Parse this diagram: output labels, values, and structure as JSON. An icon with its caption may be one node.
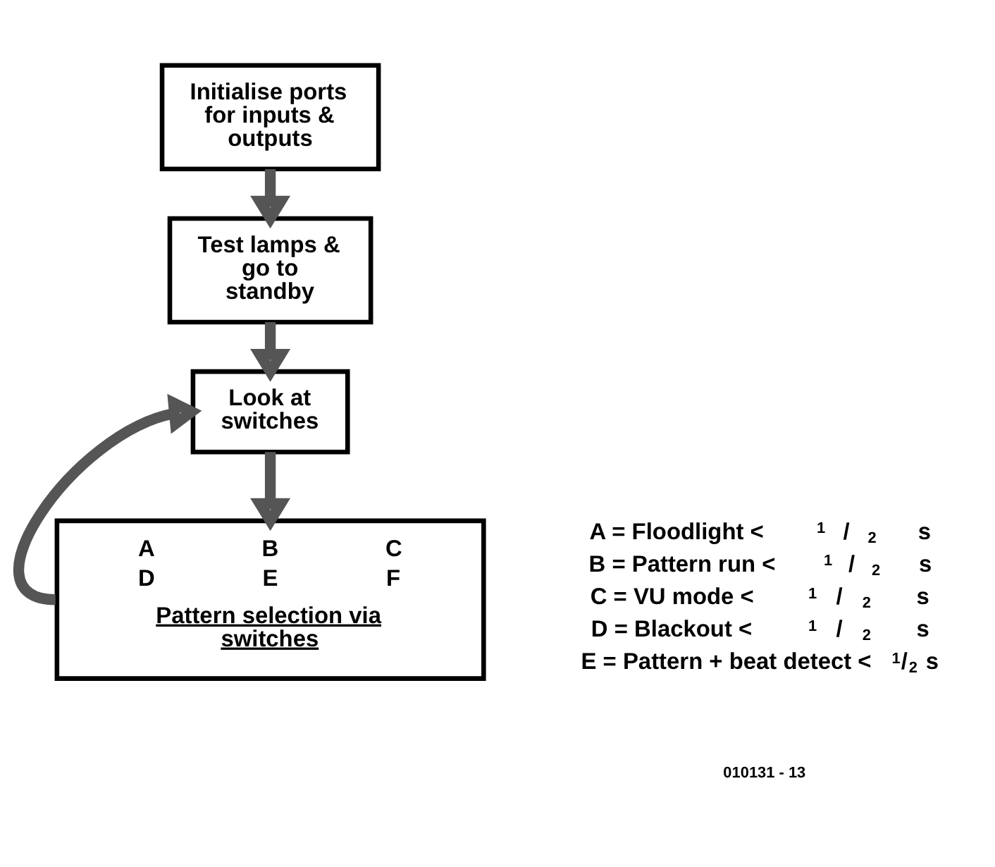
{
  "diagram": {
    "nodes": [
      {
        "text": [
          "Initialise ports for inputs & outputs"
        ]
      },
      {
        "text": [
          "Test lamps & go to standby"
        ]
      },
      {
        "text": [
          "Look at switches"
        ]
      },
      {
        "text": [
          "A",
          "B",
          "C",
          "D",
          "E",
          "F",
          "Pattern selection via switches"
        ]
      }
    ],
    "edges": [
      {
        "from": 0,
        "to": 1,
        "arrow": "to"
      },
      {
        "from": 1,
        "to": 2,
        "arrow": "to"
      },
      {
        "from": 2,
        "to": 3,
        "arrow": "to"
      },
      {
        "from": 3,
        "to": 2,
        "arrow": "to"
      }
    ],
    "labels": [
      "A = Floodlight < $^{1}$/$_{2}$ s",
      "B = Pattern run < $^{1}$/$_{2}$ s",
      "C = VU mode < $^{1}$/$_{2}$ s",
      "D = Blackout < $^{1}$/$_{2}$ s",
      "E = Pattern + beat detect < $^{1}$/$_{2}$ s",
      "010131 - 13"
    ]
  }
}
